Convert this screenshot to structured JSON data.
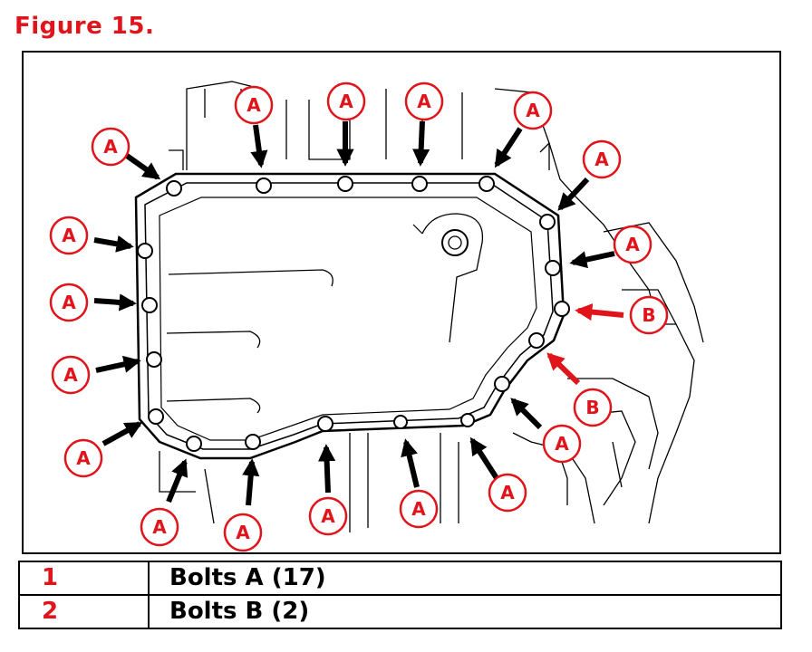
{
  "figure": {
    "title": "Figure 15."
  },
  "callout_labels": {
    "a": "A",
    "b": "B"
  },
  "legend": {
    "rows": [
      {
        "number": "1",
        "description": "Bolts A (17)"
      },
      {
        "number": "2",
        "description": "Bolts B (2)"
      }
    ]
  },
  "colors": {
    "accent": "#e0141b",
    "line": "#000000"
  }
}
